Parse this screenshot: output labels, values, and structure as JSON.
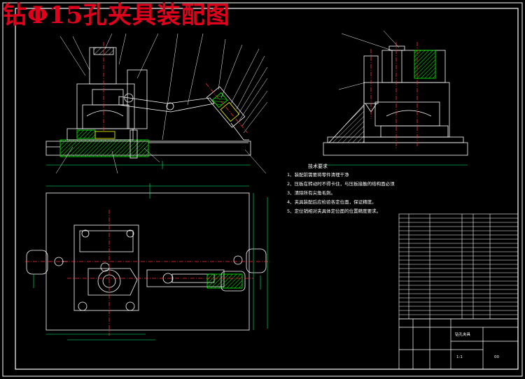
{
  "drawing": {
    "title": "钻Φ15孔夹具装配图",
    "technical_requirements": {
      "heading": "技术要求",
      "items": [
        "1、装配前需要将零件清理干净",
        "2、压板在转动时不得卡住，与压板接触的结构面必须",
        "3、清除所有尖角毛刺。",
        "4、夹具装配后应检验各定位面，保证精度。",
        "5、定位销相对夹具体定位面的位置精度要求。"
      ]
    },
    "title_block": {
      "designation": "钻孔夹具",
      "scale": "1:1",
      "sheet": "00"
    }
  },
  "colors": {
    "background": "#000000",
    "frame": "#ffffff",
    "part": "#ffffff",
    "centerline": "#ff3030",
    "dimension": "#00ff66",
    "hatch": "#00ff00",
    "accent": "#ffff00",
    "title": "#e0001b"
  }
}
